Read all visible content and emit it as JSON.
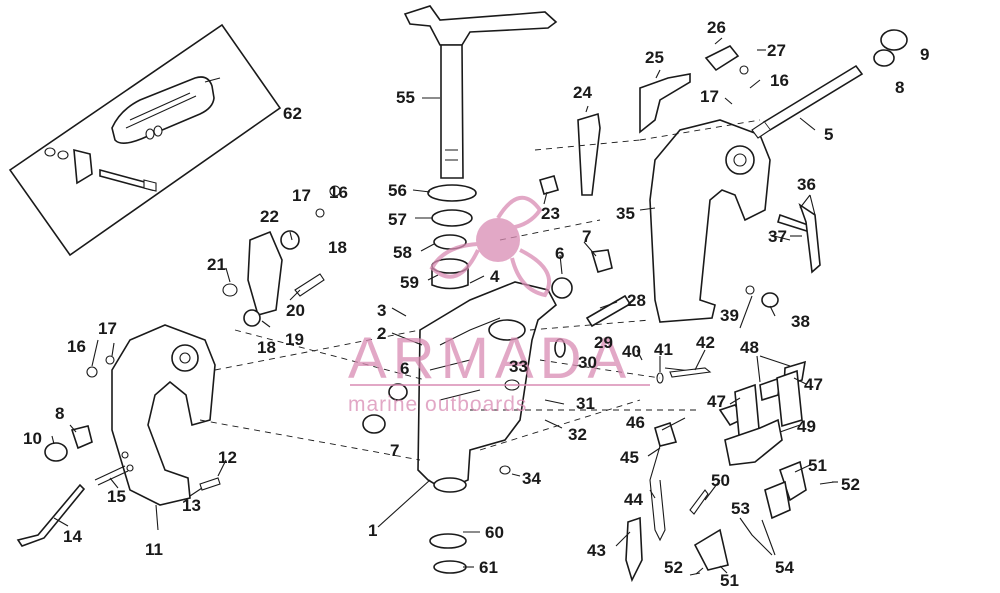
{
  "diagram": {
    "callouts": [
      {
        "id": "c1",
        "text": "1"
      },
      {
        "id": "c2",
        "text": "2"
      },
      {
        "id": "c3",
        "text": "3"
      },
      {
        "id": "c4",
        "text": "4"
      },
      {
        "id": "c5",
        "text": "5"
      },
      {
        "id": "c6a",
        "text": "6"
      },
      {
        "id": "c6b",
        "text": "6"
      },
      {
        "id": "c7a",
        "text": "7"
      },
      {
        "id": "c7b",
        "text": "7"
      },
      {
        "id": "c8a",
        "text": "8"
      },
      {
        "id": "c8b",
        "text": "8"
      },
      {
        "id": "c9",
        "text": "9"
      },
      {
        "id": "c10",
        "text": "10"
      },
      {
        "id": "c11",
        "text": "11"
      },
      {
        "id": "c12",
        "text": "12"
      },
      {
        "id": "c13",
        "text": "13"
      },
      {
        "id": "c14",
        "text": "14"
      },
      {
        "id": "c15",
        "text": "15"
      },
      {
        "id": "c16a",
        "text": "16"
      },
      {
        "id": "c16b",
        "text": "16"
      },
      {
        "id": "c16c",
        "text": "16"
      },
      {
        "id": "c17a",
        "text": "17"
      },
      {
        "id": "c17b",
        "text": "17"
      },
      {
        "id": "c17c",
        "text": "17"
      },
      {
        "id": "c18a",
        "text": "18"
      },
      {
        "id": "c18b",
        "text": "18"
      },
      {
        "id": "c19",
        "text": "19"
      },
      {
        "id": "c20",
        "text": "20"
      },
      {
        "id": "c21",
        "text": "21"
      },
      {
        "id": "c22",
        "text": "22"
      },
      {
        "id": "c23",
        "text": "23"
      },
      {
        "id": "c24",
        "text": "24"
      },
      {
        "id": "c25",
        "text": "25"
      },
      {
        "id": "c26",
        "text": "26"
      },
      {
        "id": "c27",
        "text": "27"
      },
      {
        "id": "c28",
        "text": "28"
      },
      {
        "id": "c29",
        "text": "29"
      },
      {
        "id": "c30",
        "text": "30"
      },
      {
        "id": "c31",
        "text": "31"
      },
      {
        "id": "c32",
        "text": "32"
      },
      {
        "id": "c33",
        "text": "33"
      },
      {
        "id": "c34",
        "text": "34"
      },
      {
        "id": "c35",
        "text": "35"
      },
      {
        "id": "c36",
        "text": "36"
      },
      {
        "id": "c37",
        "text": "37"
      },
      {
        "id": "c38",
        "text": "38"
      },
      {
        "id": "c39",
        "text": "39"
      },
      {
        "id": "c40",
        "text": "40"
      },
      {
        "id": "c41",
        "text": "41"
      },
      {
        "id": "c42",
        "text": "42"
      },
      {
        "id": "c43",
        "text": "43"
      },
      {
        "id": "c44",
        "text": "44"
      },
      {
        "id": "c45",
        "text": "45"
      },
      {
        "id": "c46",
        "text": "46"
      },
      {
        "id": "c47a",
        "text": "47"
      },
      {
        "id": "c47b",
        "text": "47"
      },
      {
        "id": "c48",
        "text": "48"
      },
      {
        "id": "c49",
        "text": "49"
      },
      {
        "id": "c50",
        "text": "50"
      },
      {
        "id": "c51a",
        "text": "51"
      },
      {
        "id": "c51b",
        "text": "51"
      },
      {
        "id": "c52a",
        "text": "52"
      },
      {
        "id": "c52b",
        "text": "52"
      },
      {
        "id": "c53",
        "text": "53"
      },
      {
        "id": "c54",
        "text": "54"
      },
      {
        "id": "c55",
        "text": "55"
      },
      {
        "id": "c56",
        "text": "56"
      },
      {
        "id": "c57",
        "text": "57"
      },
      {
        "id": "c58",
        "text": "58"
      },
      {
        "id": "c59",
        "text": "59"
      },
      {
        "id": "c60",
        "text": "60"
      },
      {
        "id": "c61",
        "text": "61"
      },
      {
        "id": "c62",
        "text": "62"
      }
    ]
  },
  "watermark": {
    "brand": "ARMADA",
    "tagline": "marine outboards",
    "color": "#d98cb3"
  },
  "colors": {
    "ink": "#1a1a1a",
    "background": "#ffffff"
  }
}
